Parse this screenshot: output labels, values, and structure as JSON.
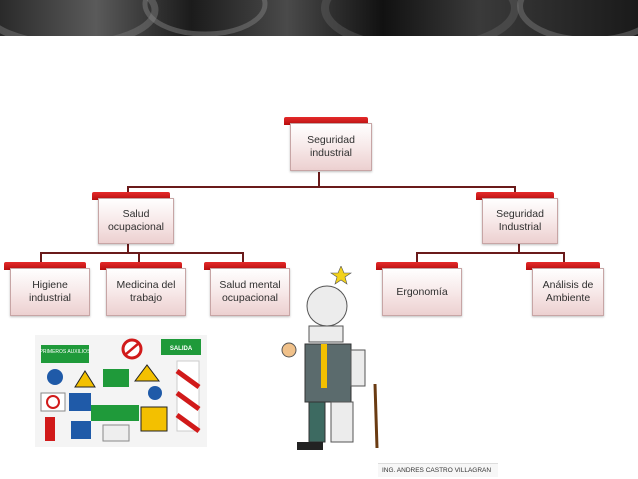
{
  "chart": {
    "root": "Seguridad\nindustrial",
    "salud": "Salud\nocupacional",
    "seguridad": "Seguridad\nIndustrial",
    "higiene": "Higiene\nindustrial",
    "medicina": "Medicina del\ntrabajo",
    "mental": "Salud mental\nocupacional",
    "ergonomia": "Ergonomía",
    "analisis": "Análisis  de\nAmbiente"
  },
  "footer": "ING. ANDRES CASTRO VILLAGRAN",
  "signs": {
    "primeros": "PRIMEROS AUXILIOS",
    "salida": "SALIDA"
  },
  "colors": {
    "node_red": "#c41414",
    "sign_green": "#1f9a3a",
    "sign_red": "#d11a1a",
    "sign_yellow": "#f3c000",
    "sign_blue": "#1f5aa8"
  }
}
